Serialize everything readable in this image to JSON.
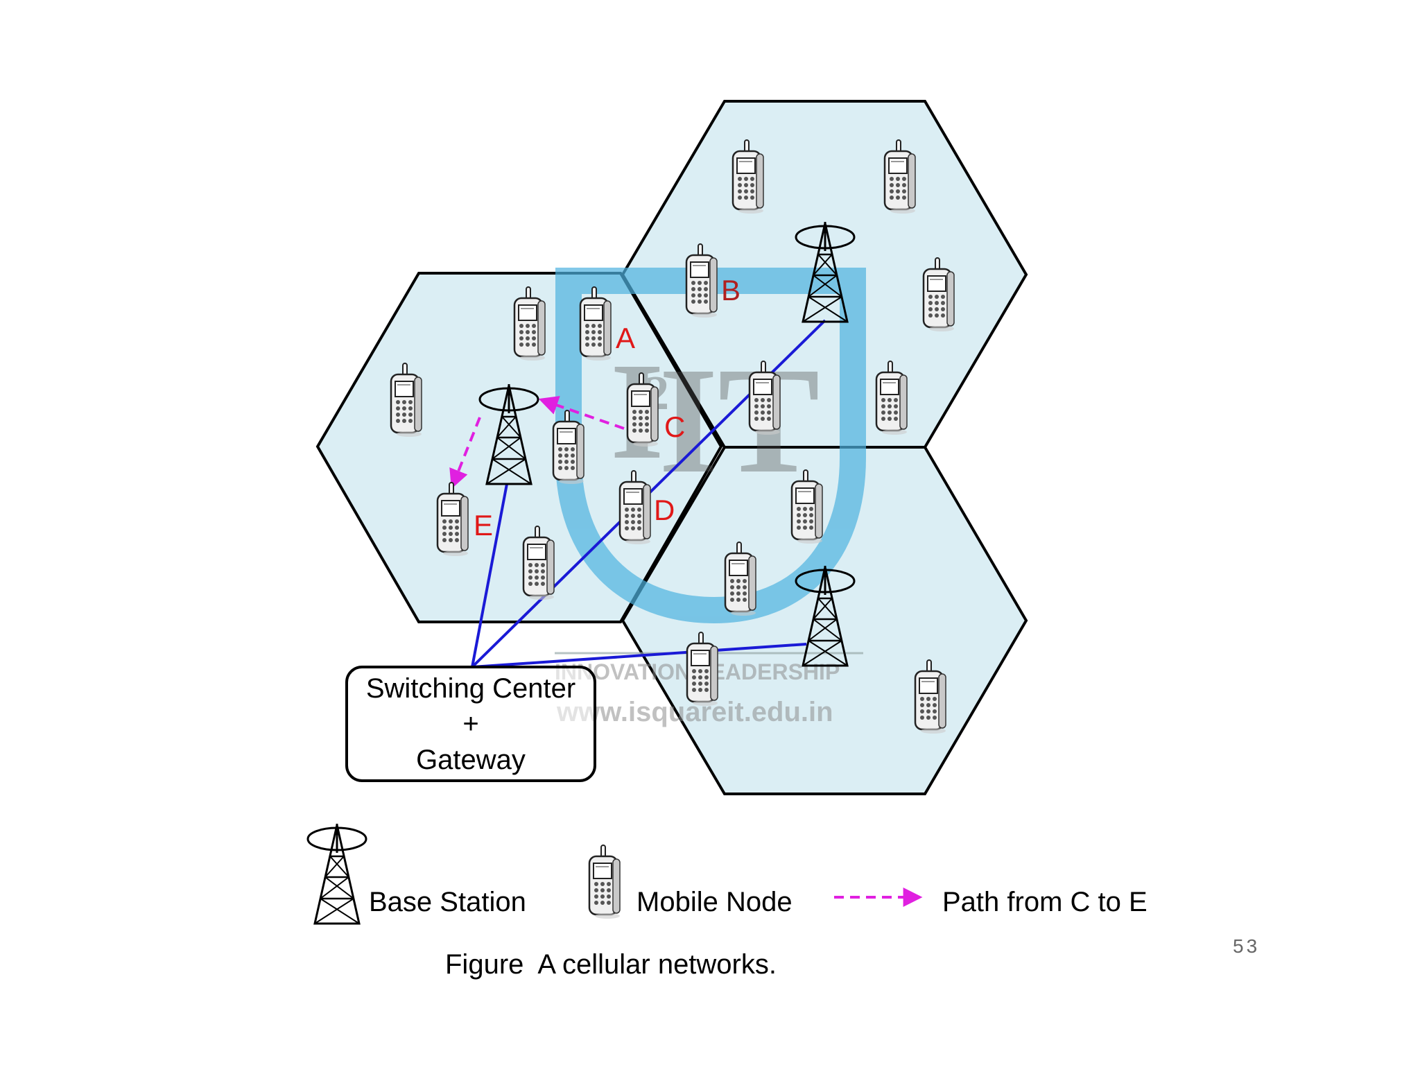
{
  "figure": {
    "caption": "Figure  A cellular networks.",
    "page_number": "53"
  },
  "cells": [
    {
      "name": "left-cell"
    },
    {
      "name": "top-right-cell"
    },
    {
      "name": "bottom-right-cell"
    }
  ],
  "labels": {
    "A": "A",
    "B": "B",
    "C": "C",
    "D": "D",
    "E": "E"
  },
  "switching_center": {
    "line1": "Switching Center",
    "line2": "+",
    "line3": "Gateway"
  },
  "legend": {
    "base_station": "Base Station",
    "mobile_node": "Mobile Node",
    "path": "Path from C to E"
  },
  "watermark": {
    "logo_text": "I2IT",
    "tagline": "INNOVATION  LEADERSHIP",
    "url": "www.isquareit.edu.in"
  },
  "colors": {
    "cell_fill": "#dbeef4",
    "cell_stroke": "#000000",
    "link": "#1a1ad6",
    "path": "#e020e0",
    "label_red": "#e01818",
    "label_b": "#b02020",
    "watermark_blue": "#4fb3e0"
  }
}
